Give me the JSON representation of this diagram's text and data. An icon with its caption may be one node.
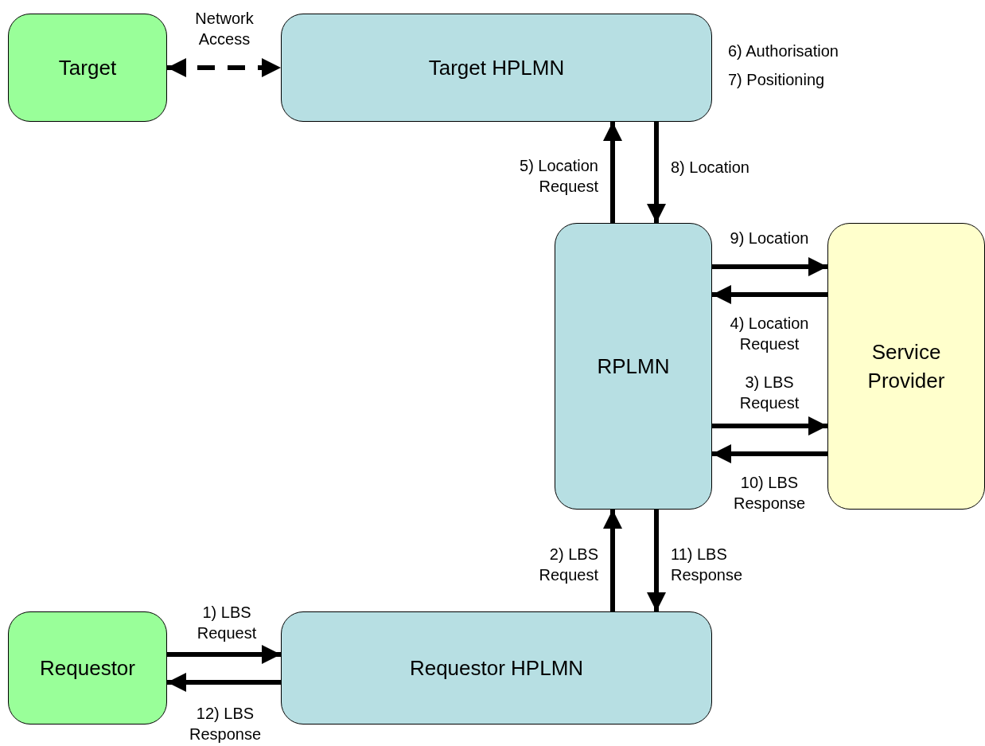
{
  "diagram": {
    "nodes": [
      {
        "text": [
          "Target"
        ]
      },
      {
        "text": [
          "Target HPLMN"
        ],
        "beside": [
          "6) Authorisation",
          "7) Positioning"
        ]
      },
      {
        "text": [
          "RPLMN"
        ]
      },
      {
        "text": [
          "Service Provider"
        ]
      },
      {
        "text": [
          "Requestor"
        ]
      },
      {
        "text": [
          "Requestor HPLMN"
        ]
      }
    ],
    "edges": [
      {
        "from": 0,
        "to": 1,
        "arrow": "both",
        "style": "dashed",
        "label": "Network Access"
      },
      {
        "from": 2,
        "to": 1,
        "arrow": "to",
        "label": "5) Location Request"
      },
      {
        "from": 1,
        "to": 2,
        "arrow": "to",
        "label": "8) Location"
      },
      {
        "from": 2,
        "to": 3,
        "arrow": "to",
        "label": "9) Location"
      },
      {
        "from": 3,
        "to": 2,
        "arrow": "to",
        "label": "4) Location Request"
      },
      {
        "from": 2,
        "to": 3,
        "arrow": "to",
        "label": "3) LBS Request"
      },
      {
        "from": 3,
        "to": 2,
        "arrow": "to",
        "label": "10) LBS Response"
      },
      {
        "from": 5,
        "to": 2,
        "arrow": "to",
        "label": "2) LBS Request"
      },
      {
        "from": 2,
        "to": 5,
        "arrow": "to",
        "label": "11) LBS Response"
      },
      {
        "from": 4,
        "to": 5,
        "arrow": "to",
        "label": "1) LBS Request"
      },
      {
        "from": 5,
        "to": 4,
        "arrow": "to",
        "label": "12) LBS Response"
      }
    ]
  }
}
